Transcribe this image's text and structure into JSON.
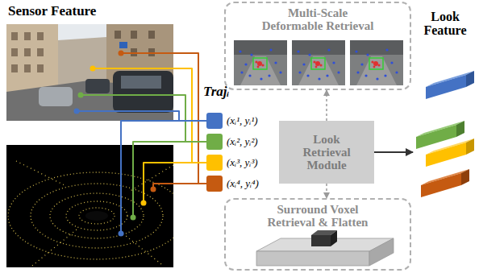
{
  "diagram": {
    "nodes": [
      {
        "text": [
          "Multi-Scale Deformable Retrieval"
        ]
      },
      {
        "text": [
          "Look Retrieval Module"
        ]
      },
      {
        "text": [
          "Surround Voxel Retrieval & Flatten"
        ]
      },
      {
        "text": [
          "(xᵢ¹, yᵢ¹)"
        ]
      },
      {
        "text": [
          "(xᵢ², yᵢ²)"
        ]
      },
      {
        "text": [
          "(xᵢ³, yᵢ³)"
        ]
      },
      {
        "text": [
          "(xᵢ⁴, yᵢ⁴)"
        ]
      },
      {
        "text": [
          "Look Feature"
        ]
      }
    ],
    "edges": [
      {
        "from": 1,
        "to": 0,
        "arrow": "to"
      },
      {
        "from": 1,
        "to": 2,
        "arrow": "to"
      },
      {
        "from": 1,
        "to": 7,
        "arrow": "to"
      }
    ],
    "labels": [
      "Sensor Feature",
      "Trajᵢ"
    ]
  }
}
